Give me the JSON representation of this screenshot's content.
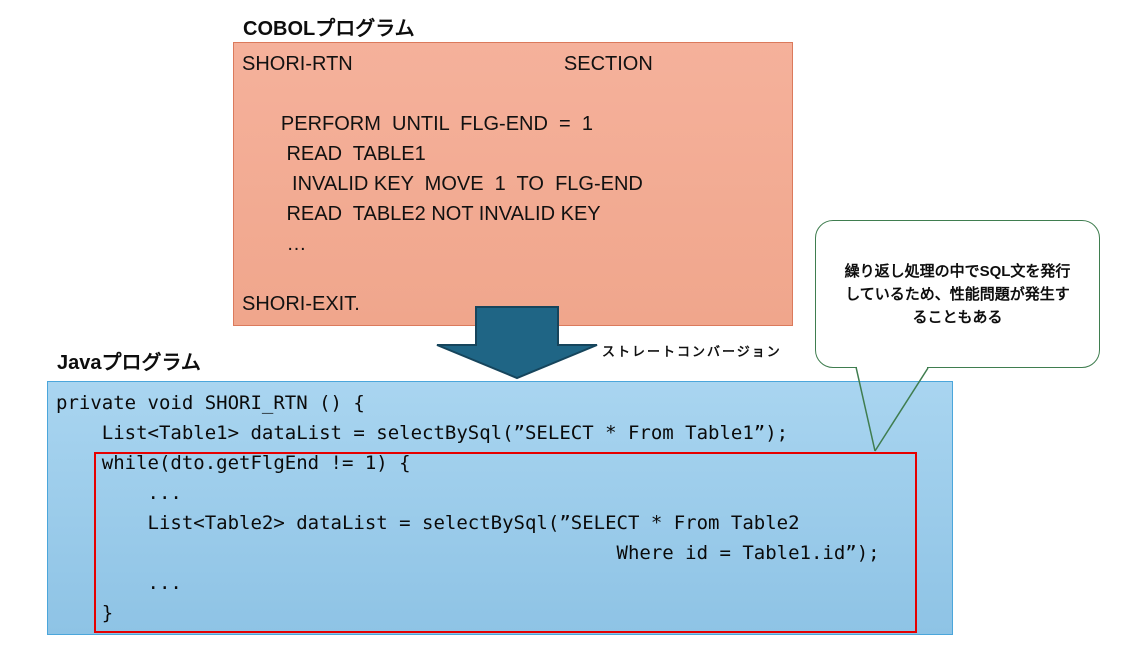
{
  "cobol": {
    "title": "COBOLプログラム",
    "code_lines": [
      "SHORI-RTN                                      SECTION",
      "",
      "       PERFORM  UNTIL  FLG-END  =  1",
      "        READ  TABLE1",
      "         INVALID KEY  MOVE  1  TO  FLG-END",
      "        READ  TABLE2 NOT INVALID KEY",
      "        …",
      "",
      "SHORI-EXIT."
    ]
  },
  "conversion": {
    "label": "ストレートコンバージョン",
    "arrow_icon": "down-block-arrow"
  },
  "java": {
    "title": "Javaプログラム",
    "code_lines": [
      "private void SHORI_RTN () {",
      "    List<Table1> dataList = selectBySql(”SELECT * From Table1”);",
      "    while(dto.getFlgEnd != 1) {",
      "        ...",
      "        List<Table2> dataList = selectBySql(”SELECT * From Table2",
      "                                                 Where id = Table1.id”);",
      "        ...",
      "    }"
    ]
  },
  "callout": {
    "text": "繰り返し処理の中でSQL文を発行\nしているため、性能問題が発生す\nることもある"
  },
  "colors": {
    "cobol_fill": "#F2AB93",
    "cobol_border": "#DB7A5C",
    "java_fill": "#9CCCEB",
    "java_border": "#4BA6DB",
    "arrow_fill": "#1F6585",
    "arrow_border": "#16455C",
    "highlight_border": "#E60000",
    "callout_border": "#3F7D4F"
  }
}
